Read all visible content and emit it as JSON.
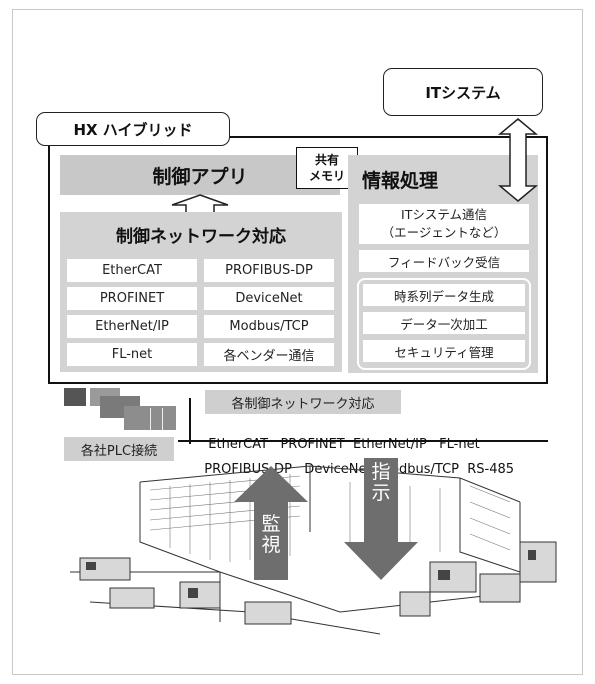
{
  "it_system": {
    "label": "ITシステム"
  },
  "hx": {
    "label": "HX ハイブリッド"
  },
  "control_app": {
    "label": "制御アプリ"
  },
  "shared_memory": {
    "line1": "共有",
    "line2": "メモリ"
  },
  "info_processing": {
    "title": "情報処理",
    "items": [
      {
        "line1": "ITシステム通信",
        "line2": "（エージェントなど）"
      },
      {
        "line1": "フィードバック受信"
      }
    ],
    "grouped_items": [
      "時系列データ生成",
      "データ一次加工",
      "セキュリティ管理"
    ]
  },
  "network": {
    "title": "制御ネットワーク対応",
    "cells": [
      "EtherCAT",
      "PROFIBUS-DP",
      "PROFINET",
      "DeviceNet",
      "EtherNet/IP",
      "Modbus/TCP",
      "FL-net",
      "各ベンダー通信"
    ]
  },
  "bottom": {
    "tag": "各制御ネットワーク対応",
    "line1": "EtherCAT   PROFINET  EtherNet/IP   FL-net",
    "line2": "PROFIBUS-DP   DeviceNet  Modbus/TCP  RS-485",
    "plc": "各社PLC接続"
  },
  "arrows": {
    "monitor": [
      "監",
      "視"
    ],
    "instruct": [
      "指",
      "示"
    ]
  },
  "colors": {
    "panel": "#c8c8c8",
    "arrow": "#6e6e6e",
    "border": "#111111"
  }
}
